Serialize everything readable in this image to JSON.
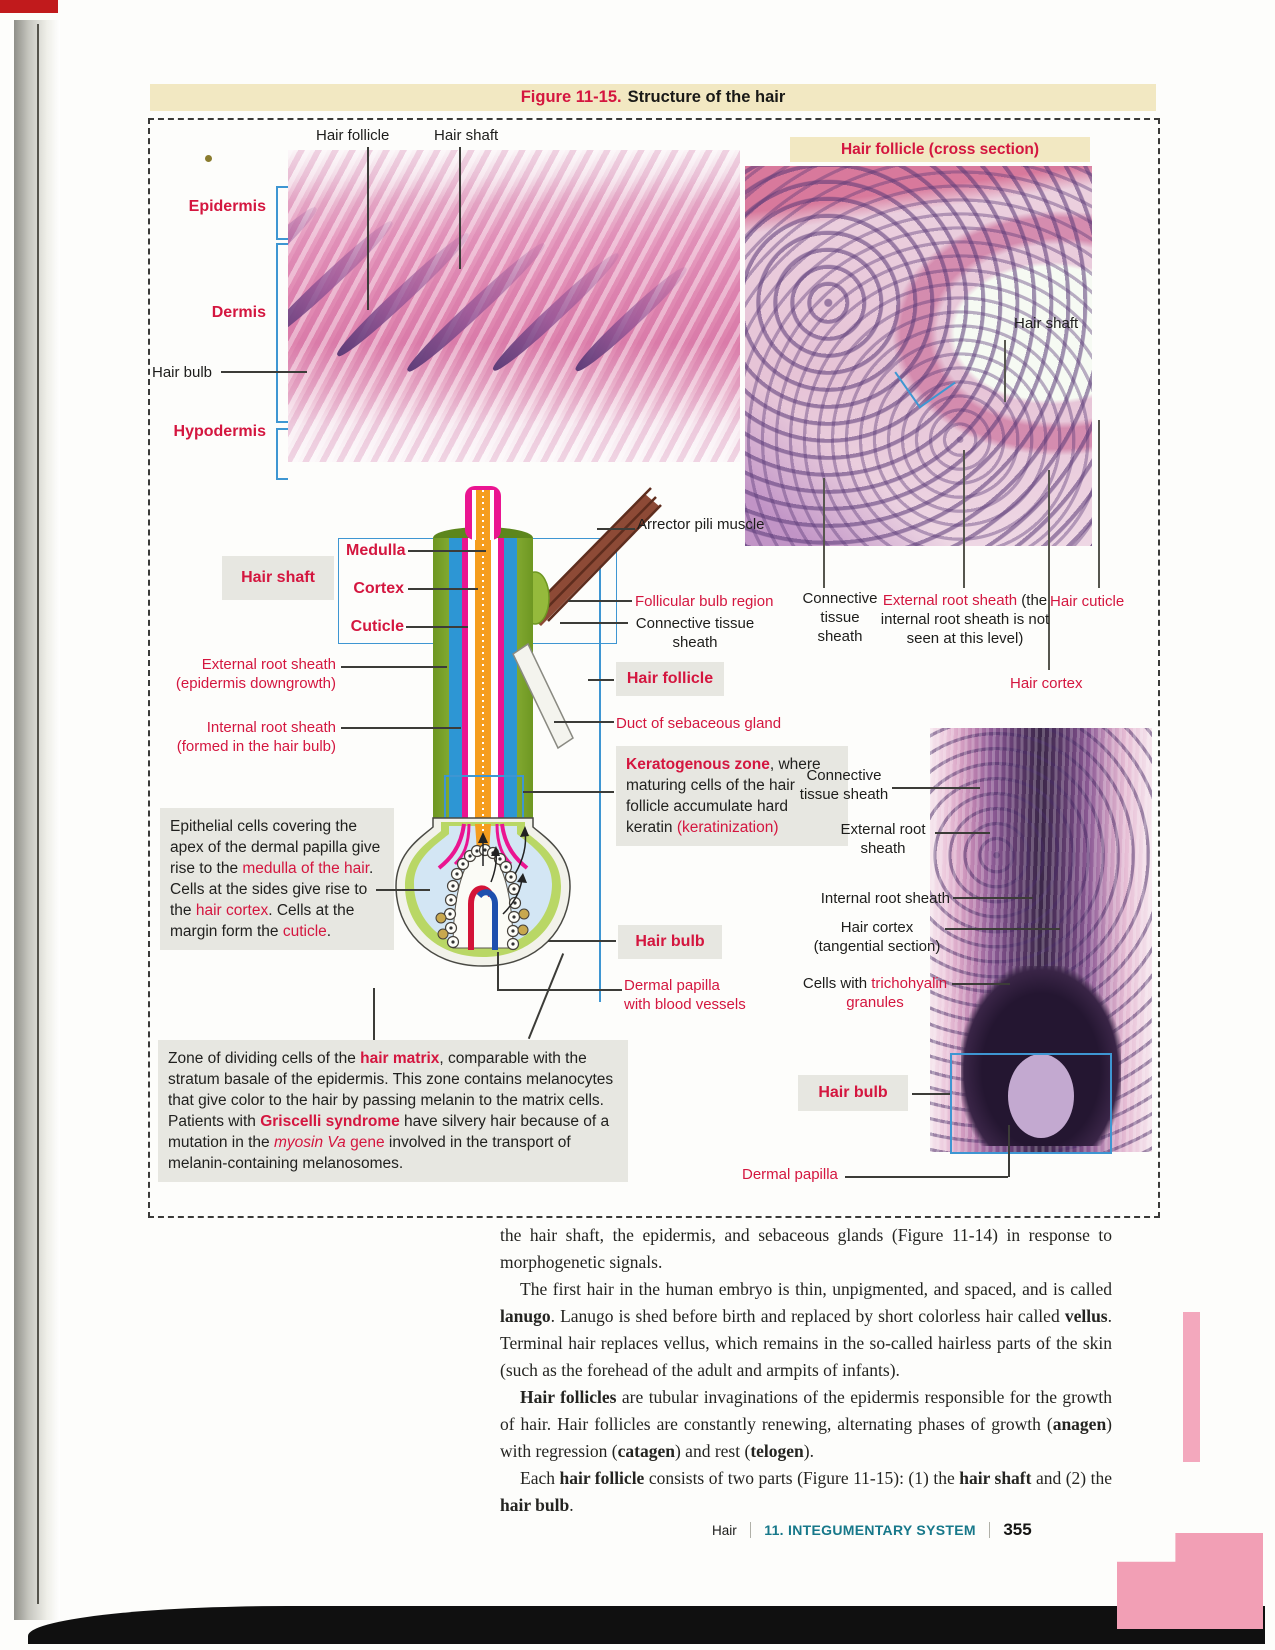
{
  "colors": {
    "red": "#d4163f",
    "teal": "#17788a",
    "blue": "#3e96d2",
    "cream": "#f2e8c2"
  },
  "banner": {
    "fig_label": "Figure 11-15.",
    "title": "Structure of the hair"
  },
  "tl": {
    "hair_follicle": "Hair follicle",
    "hair_shaft": "Hair shaft",
    "epidermis": "Epidermis",
    "dermis": "Dermis",
    "hair_bulb": "Hair bulb",
    "hypodermis": "Hypodermis"
  },
  "tr": {
    "banner": "Hair follicle (cross section)",
    "hair_shaft": "Hair shaft",
    "conn": "Connective tissue sheath",
    "ext_red": "External root  sheath",
    "ext_black": "(the internal root sheath is not seen at this level)",
    "cuticle": "Hair cuticle",
    "cortex": "Hair cortex"
  },
  "cd": {
    "hair_shaft_box": "Hair shaft",
    "medulla": "Medulla",
    "cortex": "Cortex",
    "cuticle": "Cuticle",
    "ext_root_1": "External root  sheath",
    "ext_root_2": "(epidermis downgrowth)",
    "int_root_1": "Internal root  sheath",
    "int_root_2": "(formed in the hair bulb)",
    "arrector": "Arrector pili muscle",
    "follicular": "Follicular bulb region",
    "conn": "Connective tissue sheath",
    "hair_follicle_box": "Hair follicle",
    "duct": "Duct of sebaceous gland",
    "hair_bulb_box": "Hair bulb",
    "dermal_1": "Dermal papilla",
    "dermal_2": "with blood vessels"
  },
  "boxes": {
    "keratogenous": [
      {
        "t": "Keratogenous zone",
        "s": "br"
      },
      {
        "t": ", where maturing cells of the hair follicle accumulate hard keratin "
      },
      {
        "t": "(keratinization)",
        "s": "r"
      }
    ],
    "epithelial": [
      {
        "t": "Epithelial cells covering the apex of the dermal papilla give rise to the "
      },
      {
        "t": "medulla of the hair",
        "s": "r"
      },
      {
        "t": ".  Cells at the sides give rise to the "
      },
      {
        "t": "hair cortex",
        "s": "r"
      },
      {
        "t": ". Cells at the margin form the "
      },
      {
        "t": "cuticle",
        "s": "r"
      },
      {
        "t": "."
      }
    ],
    "matrix": [
      {
        "t": "Zone of dividing cells of the "
      },
      {
        "t": "hair matrix",
        "s": "br"
      },
      {
        "t": ", comparable with the stratum basale of the epidermis. This zone contains melanocytes that give color to the hair by passing melanin to the matrix cells. Patients with "
      },
      {
        "t": "Griscelli syndrome",
        "s": "br"
      },
      {
        "t": " have silvery hair because of a mutation in the "
      },
      {
        "t": "myosin Va",
        "s": "ri"
      },
      {
        "t": " gene",
        "s": "r"
      },
      {
        "t": " involved in the transport of melanin-containing melanosomes."
      }
    ]
  },
  "br": {
    "conn": "Connective tissue sheath",
    "ext": "External root sheath",
    "int": "Internal root  sheath",
    "cortex_1": "Hair cortex",
    "cortex_2": "(tangential section)",
    "tricho": [
      {
        "t": "Cells with "
      },
      {
        "t": "trichohyalin granules",
        "s": "r"
      }
    ],
    "hair_bulb_box": "Hair bulb",
    "dermal": "Dermal papilla"
  },
  "body": {
    "p1": [
      {
        "t": "the hair shaft, the epidermis, and sebaceous glands (Figure 11-14) in response to morphogenetic signals."
      }
    ],
    "p2": [
      {
        "t": "The first hair in the human embryo is thin, unpigmented, and spaced, and is called "
      },
      {
        "t": "lanugo",
        "s": "b"
      },
      {
        "t": ". Lanugo is shed before birth and replaced by short colorless hair called "
      },
      {
        "t": "vellus",
        "s": "b"
      },
      {
        "t": ". Terminal hair replaces vellus, which remains in the so-called hairless parts of the skin (such as the forehead of the adult and armpits of infants)."
      }
    ],
    "p3": [
      {
        "t": "Hair follicles",
        "s": "b"
      },
      {
        "t": " are tubular invaginations of the epidermis responsible for the growth of hair. Hair follicles are constantly renewing, alternating phases of growth ("
      },
      {
        "t": "anagen",
        "s": "b"
      },
      {
        "t": ") with regression ("
      },
      {
        "t": "catagen",
        "s": "b"
      },
      {
        "t": ") and rest ("
      },
      {
        "t": "telogen",
        "s": "b"
      },
      {
        "t": ")."
      }
    ],
    "p4": [
      {
        "t": "Each "
      },
      {
        "t": "hair follicle",
        "s": "b"
      },
      {
        "t": " consists of  two parts (Figure 11-15): (1) the "
      },
      {
        "t": "hair shaft",
        "s": "b"
      },
      {
        "t": " and (2) the "
      },
      {
        "t": "hair bulb",
        "s": "b"
      },
      {
        "t": "."
      }
    ]
  },
  "footer": {
    "section": "Hair",
    "chapter": "11. INTEGUMENTARY SYSTEM",
    "page": "355"
  }
}
